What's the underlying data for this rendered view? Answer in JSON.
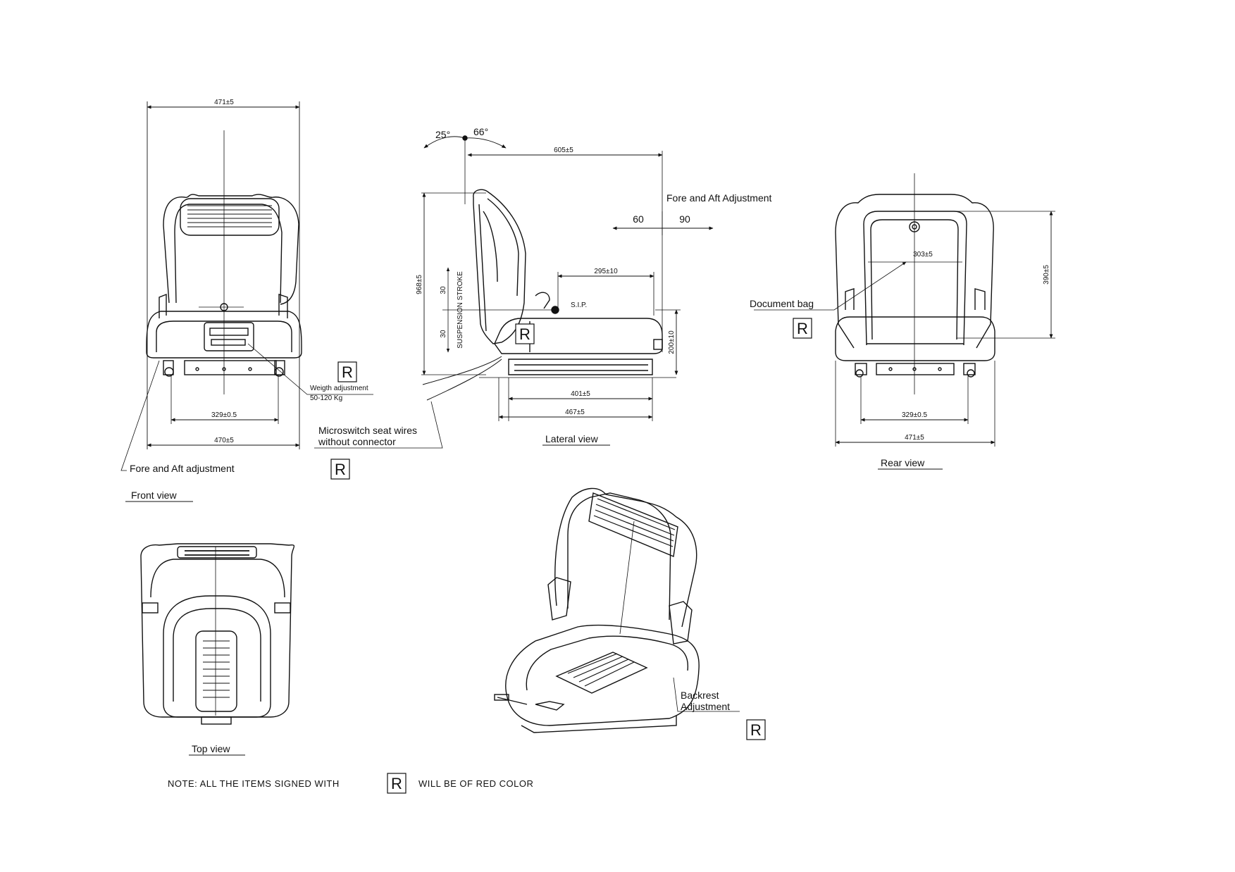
{
  "views": {
    "front": {
      "caption": "Front view",
      "dim_top": "471±5",
      "dim_mid": "329±0.5",
      "dim_bottom": "470±5",
      "label_weight_1": "Weigth adjustment",
      "label_weight_2": "50-120 Kg",
      "label_fore_aft": "Fore and Aft adjustment"
    },
    "lateral": {
      "caption": "Lateral view",
      "angle_back": "25°",
      "angle_fwd": "66°",
      "dim_top": "605±5",
      "fore_aft_title": "Fore and Aft Adjustment",
      "fore_aft_back": "60",
      "fore_aft_fwd": "90",
      "dim_height": "968±5",
      "stroke_up": "30",
      "stroke_down": "30",
      "suspension_label": "SUSPENSION STROKE",
      "dim_seat": "295±10",
      "sip": "S.I.P.",
      "dim_seat_height": "200±10",
      "dim_base": "401±5",
      "dim_base_total": "467±5",
      "wires_1": "Microswitch seat wires",
      "wires_2": "without connector"
    },
    "rear": {
      "caption": "Rear view",
      "dim_inner": "303±5",
      "dim_height": "390±5",
      "dim_mid": "329±0.5",
      "dim_bottom": "471±5",
      "label_doc_bag": "Document bag"
    },
    "top": {
      "caption": "Top view"
    },
    "iso": {
      "label_backrest_1": "Backrest",
      "label_backrest_2": "Adjustment"
    }
  },
  "red_mark": "R",
  "note": {
    "prefix": "NOTE:  ALL THE ITEMS SIGNED WITH",
    "suffix": "WILL BE OF RED COLOR"
  },
  "colors": {
    "line": "#111111",
    "background": "#ffffff"
  }
}
